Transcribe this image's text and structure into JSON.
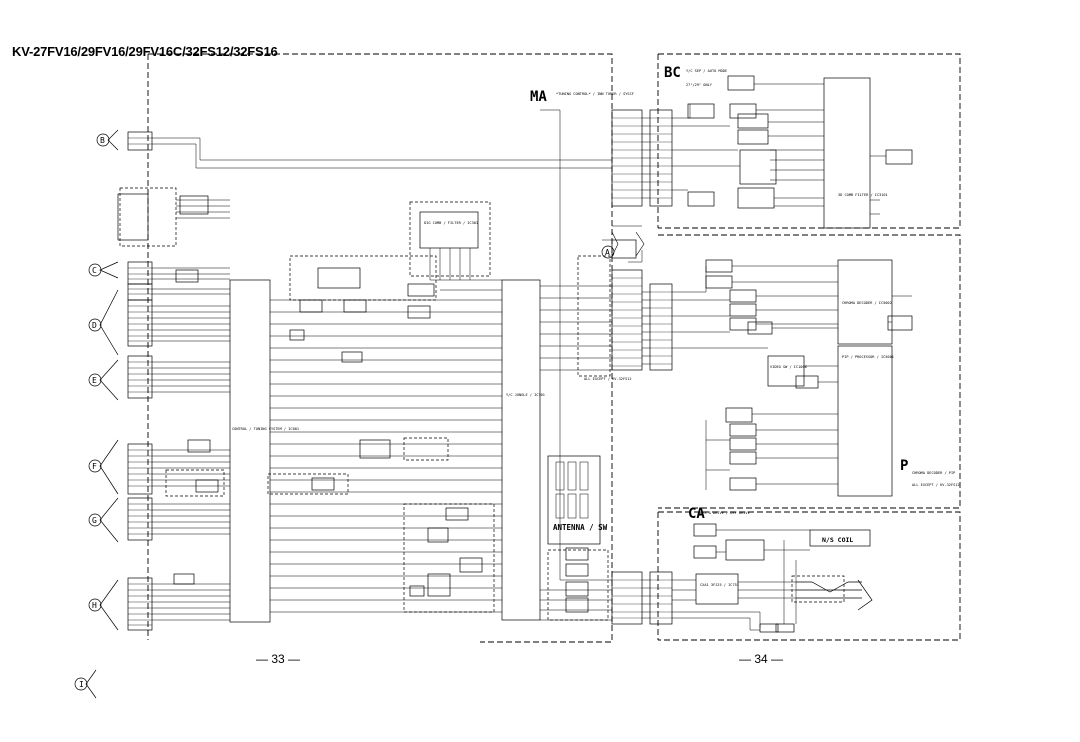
{
  "document": {
    "title": "KV-27FV16/29FV16/29FV16C/32FS12/32FS16",
    "page_left": "— 33 —",
    "page_right": "— 34 —"
  },
  "boards": {
    "ma": {
      "label": "MA",
      "sub": "*TUNING CONTROL* / INN TUNER / SYSCF"
    },
    "bc": {
      "label": "BC",
      "sub": "Y/C SEP / AUTO MODE",
      "note": "27\"/29\" ONLY"
    },
    "ca": {
      "label": "CA",
      "sub": "N/S & DRIVE / DEF DRIVE"
    },
    "p": {
      "label": "P",
      "sub": "CHROMA DECODER / PIP",
      "note": "ALL EXCEPT / KV-32FS12"
    }
  },
  "connectors": [
    "B",
    "C",
    "D",
    "E",
    "F",
    "G",
    "H",
    "I",
    "A"
  ],
  "blocks": {
    "control_ic": "CONTROL / TUNING SYSTEM / IC001",
    "comb_filter": "DIG COMB / FILTER / IC301",
    "yc_jungle": "Y/C JUNGLE / IC301",
    "antenna_sw": "ANTENNA / SW",
    "yc_comb_filter": "3D COMB FILTER / IC3101",
    "chroma_decoder": "CHROMA DECODER / IC5002",
    "pip_processor": "PIP / PROCESSOR / IC5001",
    "video_sw": "VIDEO SW / IC1008",
    "ns_coil": "N/S COIL",
    "cxa": "CXA1 3FJ25 / IC751",
    "all_except": "ALL EXCEPT / KV-32FS12"
  }
}
